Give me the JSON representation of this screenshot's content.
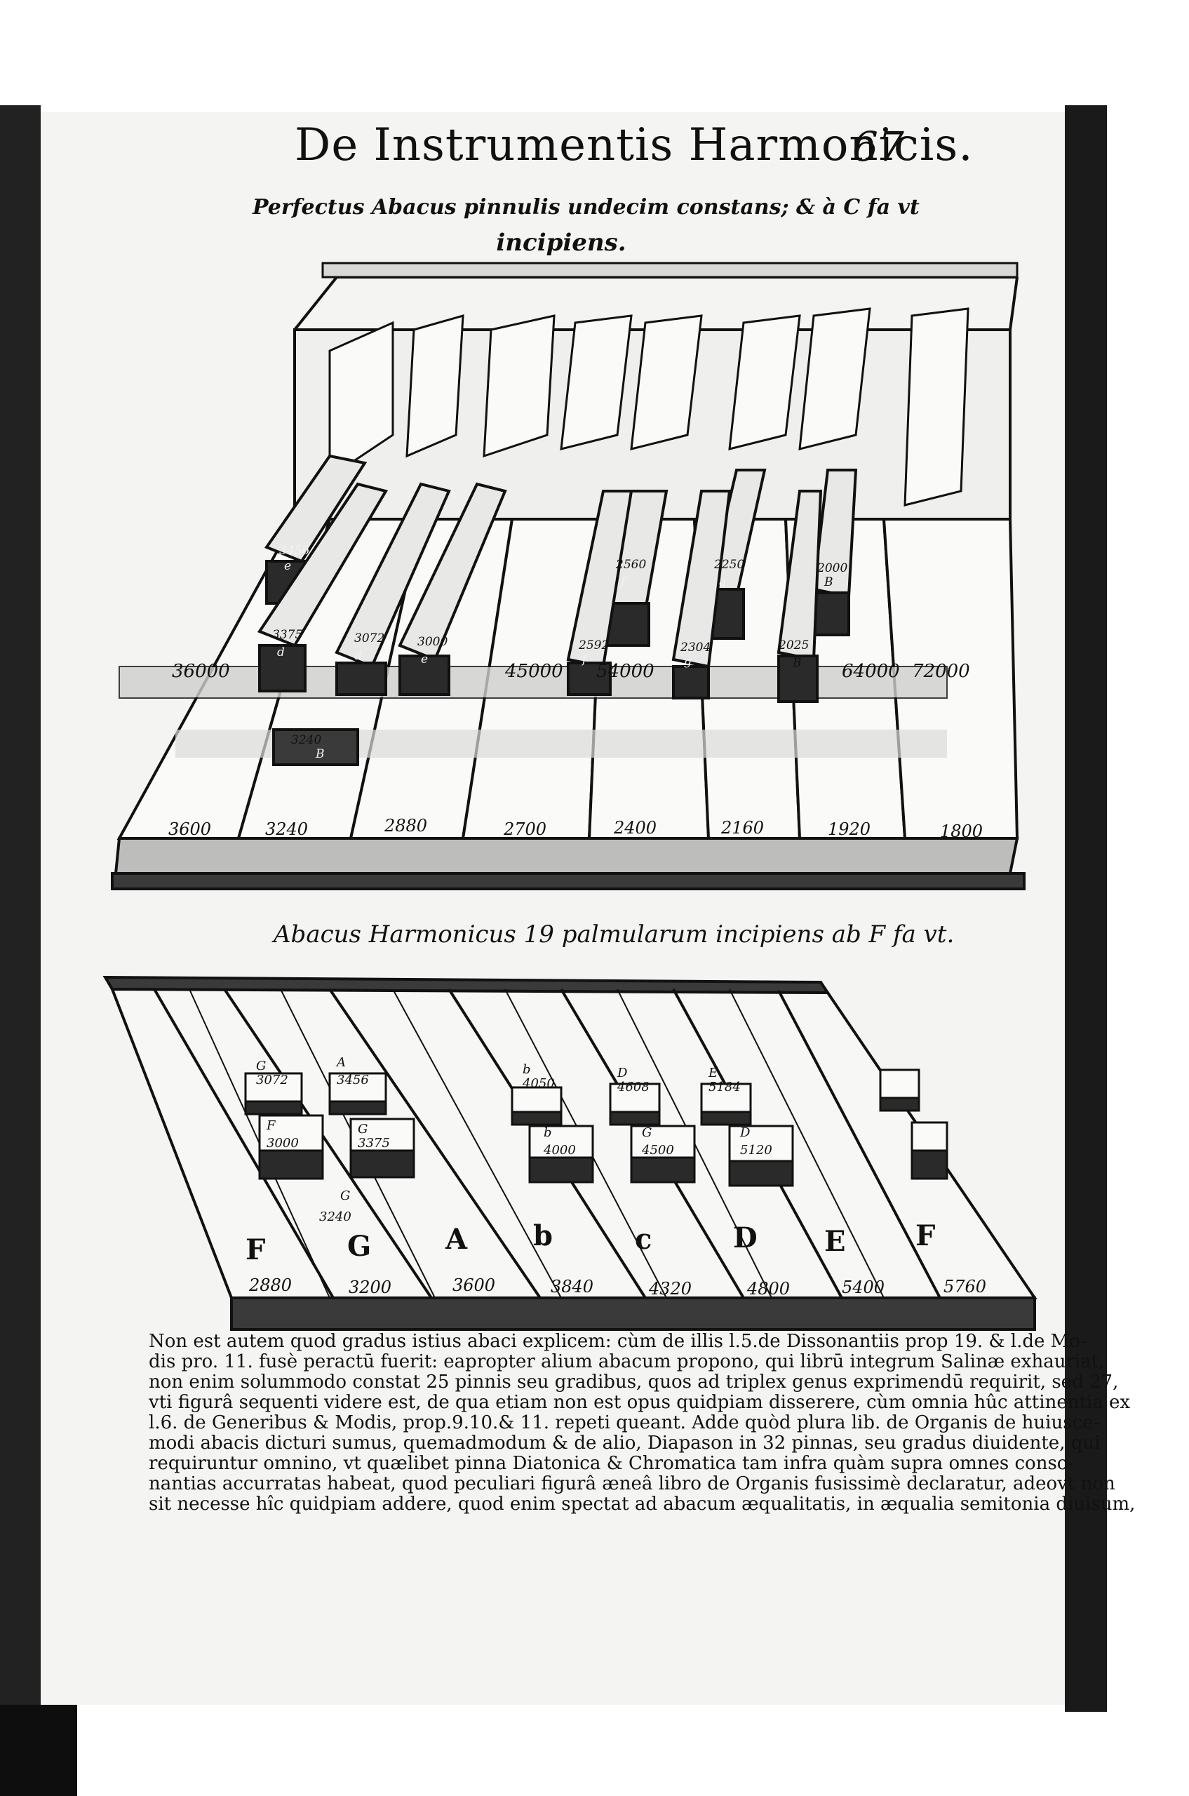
{
  "header": {
    "title": "De Instrumentis Harmonicis.",
    "page_number": "67"
  },
  "figure_top": {
    "caption_line1": "Perfectus Abacus pinnulis undecim constans; & à C fa vt",
    "caption_line2": "incipiens.",
    "top_numbers": [
      "36000",
      "45000",
      "54000",
      "64000",
      "72000"
    ],
    "key_labels": [
      {
        "mark": "e",
        "value": "3456"
      },
      {
        "mark": "d",
        "value": "3375"
      },
      {
        "mark": "d",
        "value": "3072"
      },
      {
        "mark": "e",
        "value": "3000"
      },
      {
        "mark": "B",
        "value": "3240"
      },
      {
        "mark": "f",
        "value": "2560"
      },
      {
        "mark": "f",
        "value": "2592"
      },
      {
        "mark": "a",
        "value": "2250"
      },
      {
        "mark": "g",
        "value": "2304"
      },
      {
        "mark": "B",
        "value": "2000"
      },
      {
        "mark": "B",
        "value": "2025"
      }
    ],
    "bottom_numbers": [
      "3600",
      "3240",
      "2880",
      "2700",
      "2400",
      "2160",
      "1920",
      "1800"
    ]
  },
  "figure_bottom": {
    "caption": "Abacus Harmonicus 19 palmularum incipiens ab F fa vt.",
    "key_labels": [
      {
        "mark": "G",
        "value": "3072"
      },
      {
        "mark": "A",
        "value": "3456"
      },
      {
        "mark": "b",
        "value": "4050"
      },
      {
        "mark": "D",
        "value": "4608"
      },
      {
        "mark": "E",
        "value": "5184"
      },
      {
        "mark": "F",
        "value": "3000"
      },
      {
        "mark": "G",
        "value": "3375"
      },
      {
        "mark": "b",
        "value": "4000"
      },
      {
        "mark": "G",
        "value": "4500"
      },
      {
        "mark": "D",
        "value": "5120"
      },
      {
        "mark": "G",
        "value": "3240"
      }
    ],
    "letters": [
      "F",
      "G",
      "A",
      "b",
      "c",
      "D",
      "E",
      "F"
    ],
    "bottom_numbers": [
      "2880",
      "3200",
      "3600",
      "3840",
      "4320",
      "4800",
      "5400",
      "5760"
    ]
  },
  "body_lines": [
    "Non est autem quod gradus istius abaci explicem: cùm de illis l.5.de Dissonantiis prop 19. & l.de Mo-",
    "dis pro. 11. fusè peractū fuerit: eapropter alium abacum propono, qui librū integrum Salinæ exhauriat,",
    "non enim solummodo constat 25 pinnis seu gradibus, quos ad triplex genus exprimendū requirit, sed 27,",
    "vti figurâ sequenti videre est, de qua etiam non est opus quidpiam disserere, cùm omnia hûc attinentia ex",
    "l.6. de Generibus & Modis, prop.9.10.& 11. repeti queant. Adde quòd plura lib. de Organis de huiusce-",
    "modi abacis dicturi sumus, quemadmodum & de alio, Diapason in 32 pinnas, seu gradus diuidente, qui",
    "requiruntur omnino, vt quælibet pinna Diatonica & Chromatica tam infra quàm supra omnes conso-",
    "nantias accurratas habeat, quod peculiari figurâ æneâ libro de Organis fusissimè declaratur, adeovt non",
    "sit necesse hîc quidpiam addere, quod enim spectat ad abacum æqualitatis, in æqualia semitonia diuisum,"
  ]
}
